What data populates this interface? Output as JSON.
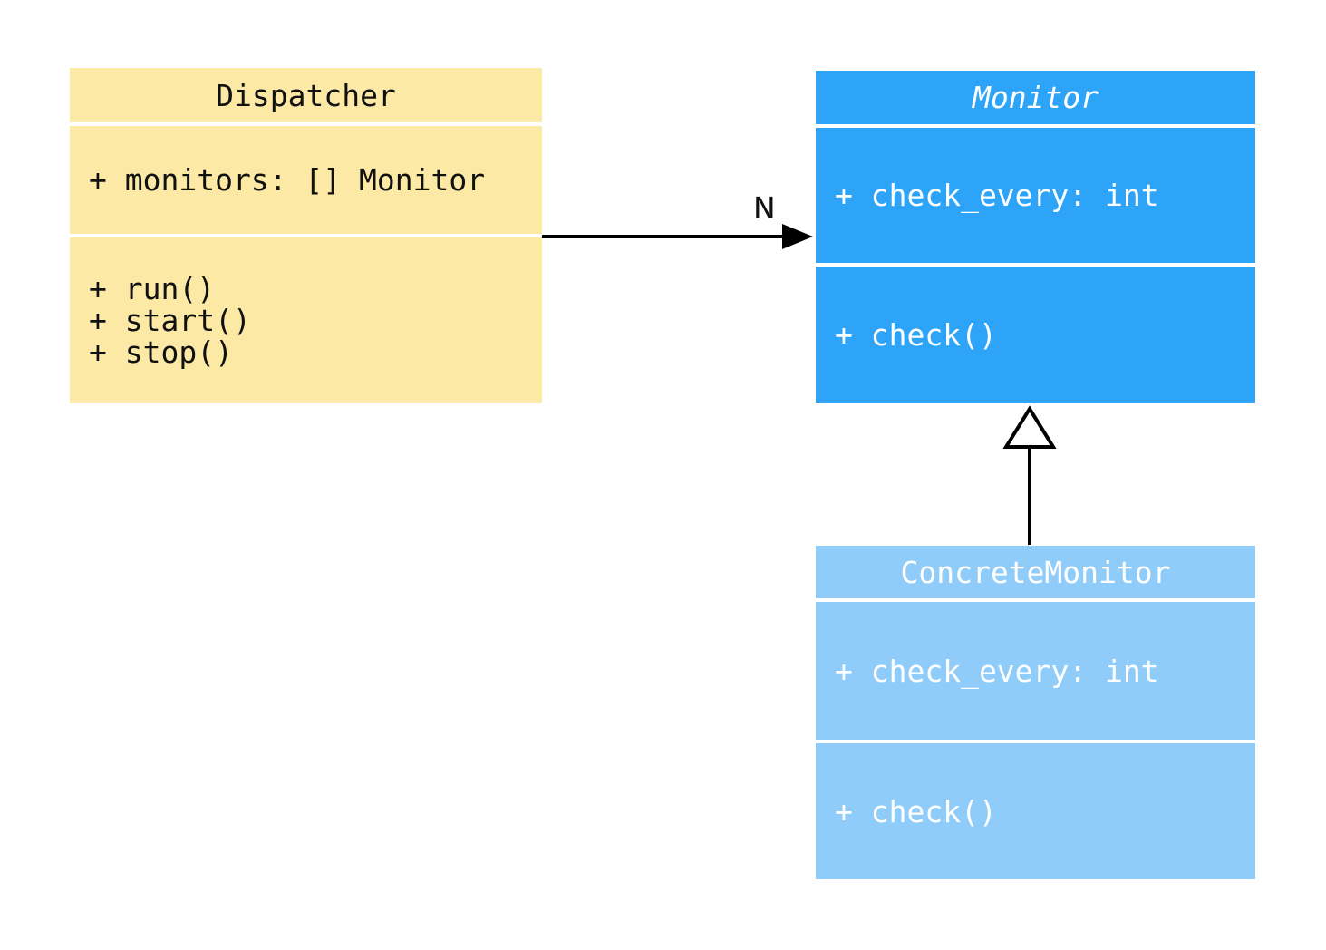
{
  "diagram": {
    "background_color": "#ffffff",
    "classes": [
      {
        "name": "Dispatcher",
        "abstract": false,
        "fill": "#fce9a6",
        "text_color": "#111111",
        "attributes": [
          "+ monitors: [] Monitor"
        ],
        "methods": [
          "+ run()",
          "+ start()",
          "+ stop()"
        ]
      },
      {
        "name": "Monitor",
        "abstract": true,
        "fill": "#2ea4f8",
        "text_color": "#ffffff",
        "attributes": [
          "+ check_every: int"
        ],
        "methods": [
          "+ check()"
        ]
      },
      {
        "name": "ConcreteMonitor",
        "abstract": false,
        "fill": "#90ccf9",
        "text_color": "#ffffff",
        "attributes": [
          "+ check_every: int"
        ],
        "methods": [
          "+ check()"
        ]
      }
    ],
    "relations": [
      {
        "type": "association",
        "from": "Dispatcher",
        "to": "Monitor",
        "label": "N",
        "line_color": "#000000"
      },
      {
        "type": "inheritance",
        "from": "ConcreteMonitor",
        "to": "Monitor",
        "label": "",
        "line_color": "#000000"
      }
    ]
  }
}
